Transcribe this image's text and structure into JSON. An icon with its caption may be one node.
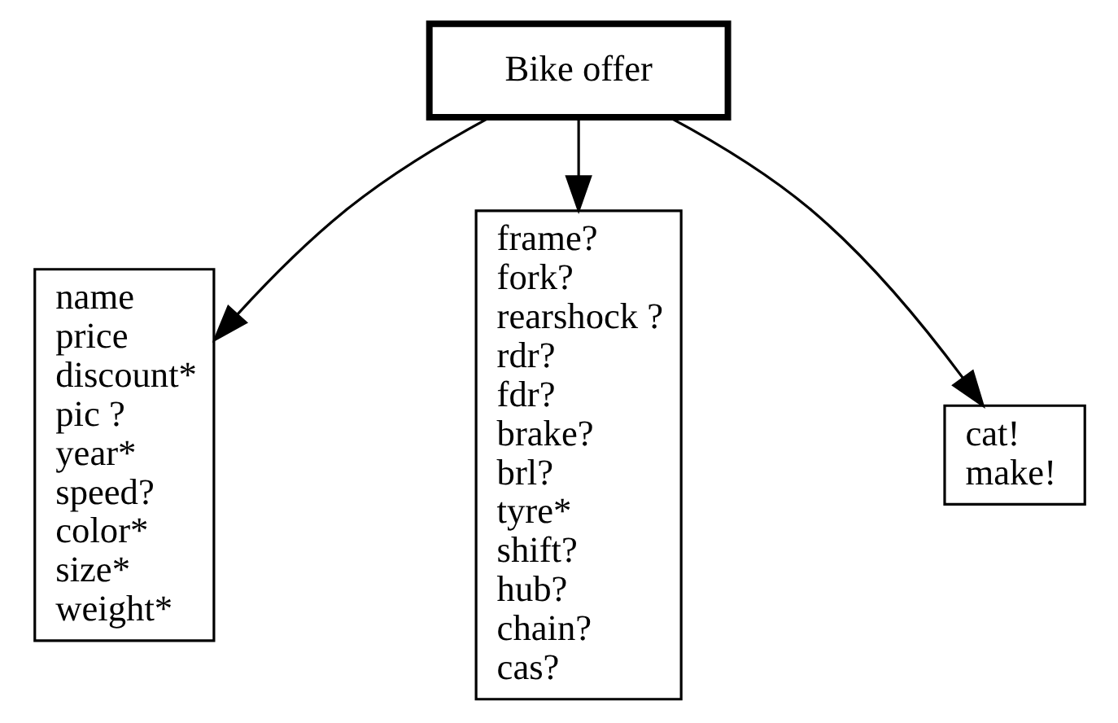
{
  "diagram": {
    "nodes": [
      {
        "text": [
          "Bike offer"
        ]
      },
      {
        "text": [
          "name",
          "price",
          "discount*",
          "pic ?",
          "year*",
          "speed?",
          "color*",
          "size*",
          "weight*"
        ]
      },
      {
        "text": [
          "frame?",
          "fork?",
          "rearshock ?",
          "rdr?",
          "fdr?",
          "brake?",
          "brl?",
          "tyre*",
          "shift?",
          "hub?",
          "chain?",
          "cas?"
        ]
      },
      {
        "text": [
          "cat!",
          "make!"
        ]
      }
    ],
    "edges": [
      {
        "from": 0,
        "to": 1,
        "arrow": "to"
      },
      {
        "from": 0,
        "to": 2,
        "arrow": "to"
      },
      {
        "from": 0,
        "to": 3,
        "arrow": "to"
      }
    ]
  }
}
